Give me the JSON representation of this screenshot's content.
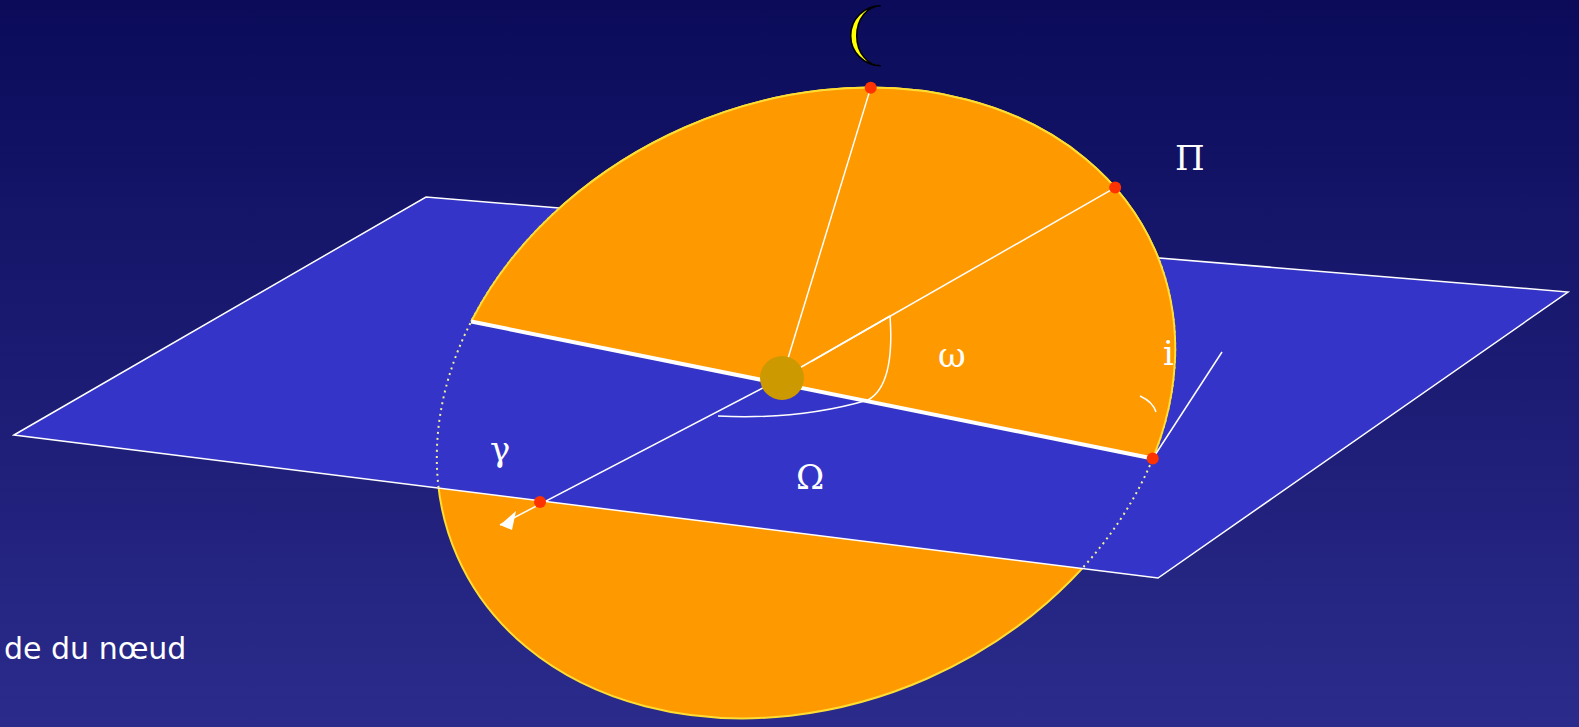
{
  "diagram": {
    "labels": [
      "Π",
      "ω",
      "i",
      "γ",
      "Ω",
      "de du nœud"
    ]
  }
}
